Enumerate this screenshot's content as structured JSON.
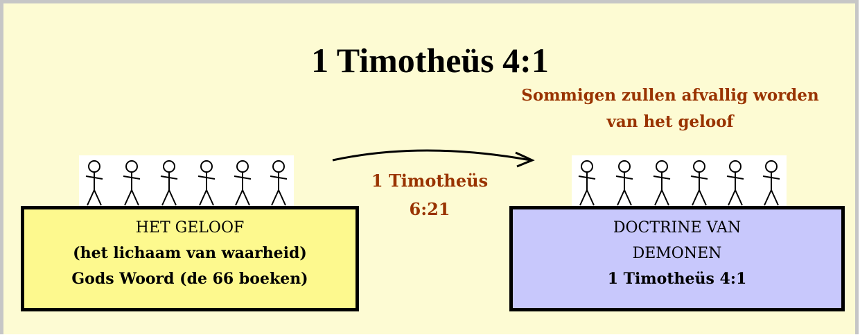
{
  "title": "1 Timotheüs 4:1",
  "subtitle_lines": [
    "Sommigen zullen afvallig worden",
    "van het geloof"
  ],
  "arrow_label_lines": [
    "1 Timotheüs",
    "6:21"
  ],
  "left_box": {
    "line1": "HET GELOOF",
    "line2": "(het lichaam van waarheid)",
    "line3": "Gods Woord (de 66 boeken)"
  },
  "right_box": {
    "line1": "DOCTRINE VAN",
    "line2": "DEMONEN",
    "line3": "1 Timotheüs 4:1"
  },
  "colors": {
    "background": "#fdfbd3",
    "frame": "#c6c6c6",
    "red_text": "#993300",
    "left_box_fill": "#fdf98e",
    "right_box_fill": "#c8c8fc"
  },
  "icons": {
    "figures": "stick-figure-icon",
    "arrow": "arrow-right-icon"
  }
}
